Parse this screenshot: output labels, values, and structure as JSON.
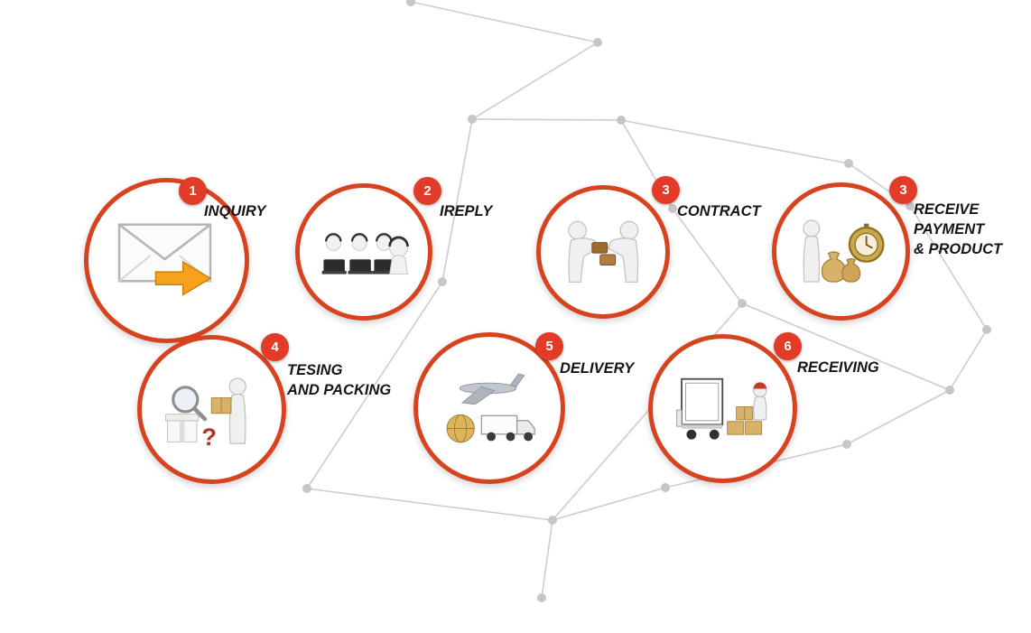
{
  "diagram": {
    "type": "process-flow",
    "accent_color": "#d8431f",
    "badge_color": "#e23c28",
    "label_color": "#151515",
    "network_color": "#cdcdcd",
    "steps": [
      {
        "number": "1",
        "label": "INQUIRY",
        "icon": "envelope-arrow-icon"
      },
      {
        "number": "2",
        "label": "IREPLY",
        "icon": "customer-service-team-icon"
      },
      {
        "number": "3",
        "label": "CONTRACT",
        "icon": "figures-exchange-icon"
      },
      {
        "number": "3",
        "label": "RECEIVE\nPAYMENT\n& PRODUCT",
        "icon": "money-and-watch-icon"
      },
      {
        "number": "4",
        "label": "TESING\nAND PACKING",
        "icon": "inspection-packing-icon"
      },
      {
        "number": "5",
        "label": "DELIVERY",
        "icon": "plane-globe-truck-icon"
      },
      {
        "number": "6",
        "label": "RECEIVING",
        "icon": "truck-unloading-icon"
      }
    ]
  }
}
